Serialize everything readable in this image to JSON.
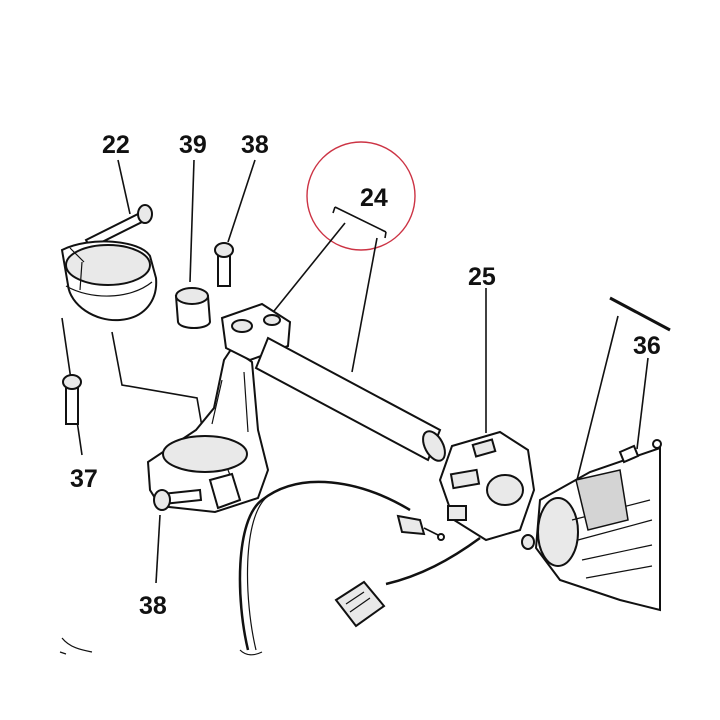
{
  "callouts": {
    "c22": "22",
    "c39": "39",
    "c38_top": "38",
    "c24": "24",
    "c25": "25",
    "c36": "36",
    "c37": "37",
    "c38_bottom": "38"
  },
  "colors": {
    "highlight_circle": "#cc3344",
    "ink": "#111111",
    "background": "#ffffff"
  }
}
